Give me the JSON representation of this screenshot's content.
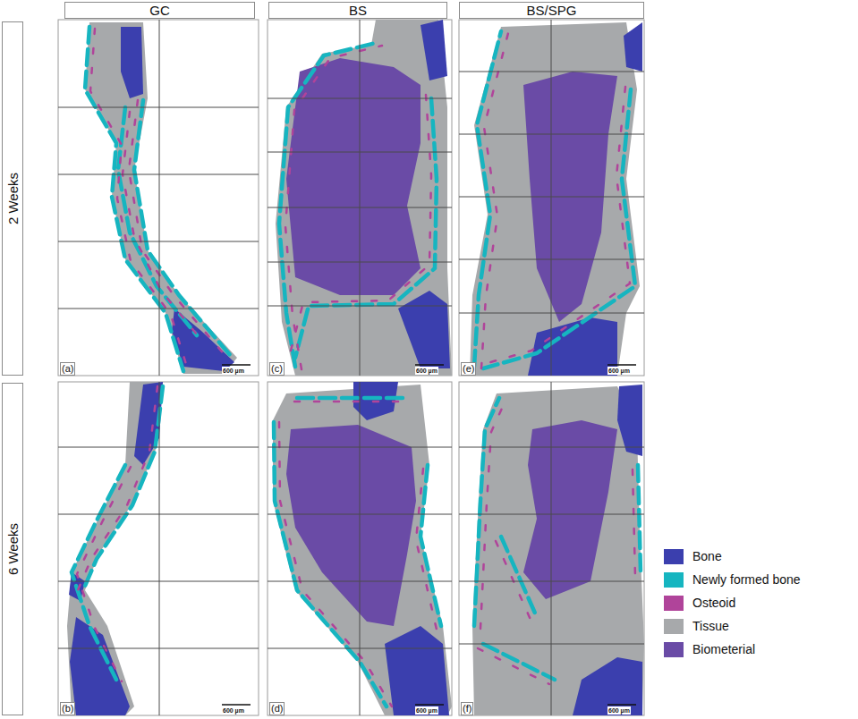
{
  "diagram": {
    "nodes": [
      {
        "text": [
          "GC"
        ]
      },
      {
        "text": [
          "BS"
        ]
      },
      {
        "text": [
          "BS/SPG"
        ]
      },
      {
        "text": [
          "2 Weeks"
        ]
      },
      {
        "text": [
          "6 Weeks"
        ]
      }
    ],
    "labels": [
      "(a)",
      "600 µm",
      "(c)",
      "600 µm",
      "(e)",
      "600 µm",
      "(b)",
      "600 µm",
      "(d)",
      "600 µm",
      "(f)",
      "600 µm"
    ],
    "legend": [
      {
        "text": "Bone",
        "color": "#3b3fae"
      },
      {
        "text": "Newly formed bone",
        "color": "#16b5c0"
      },
      {
        "text": "Osteoid",
        "color": "#b0449a"
      },
      {
        "text": "Tissue",
        "color": "#a7a9ab"
      },
      {
        "text": "Biometerial",
        "color": "#6a4ba6"
      }
    ]
  }
}
